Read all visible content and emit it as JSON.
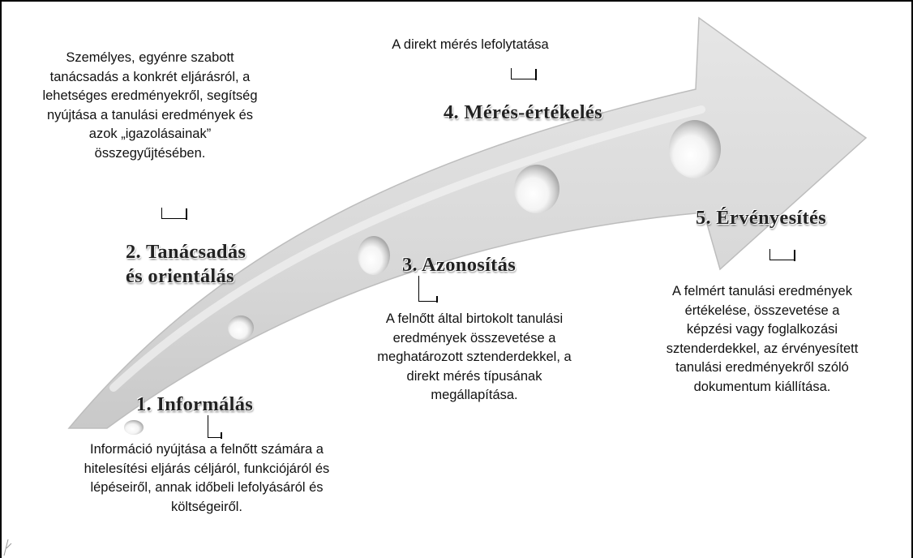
{
  "steps": {
    "s1": {
      "title": "1. Informálás",
      "desc": [
        "Információ nyújtása a felnőtt számára a",
        "hitelesítési eljárás céljáról, funkciójáról és",
        "lépéseiről, annak időbeli lefolyásáról és",
        "költségeiről."
      ]
    },
    "s2": {
      "title_line1": "2.  Tanácsadás",
      "title_line2": "és orientálás",
      "desc": [
        "Személyes, egyénre szabott",
        "tanácsadás a konkrét eljárásról, a",
        "lehetséges eredményekről, segítség",
        "nyújtása a tanulási eredmények és",
        "azok „igazolásainak”",
        "összegyűjtésében."
      ]
    },
    "s3": {
      "title": "3. Azonosítás",
      "desc": [
        "A felnőtt által birtokolt tanulási",
        "eredmények összevetése a",
        "meghatározott sztenderdekkel, a",
        "direkt mérés típusának",
        "megállapítása."
      ]
    },
    "s4": {
      "title": "4. Mérés-értékelés",
      "desc": [
        "A direkt mérés lefolytatása"
      ]
    },
    "s5": {
      "title": "5. Érvényesítés",
      "desc": [
        "A felmért tanulási eredmények",
        "értékelése, összevetése a",
        "képzési vagy foglalkozási",
        "sztenderdekkel, az érvényesített",
        "tanulási eredményekről szóló",
        "dokumentum kiállítása."
      ]
    }
  },
  "colors": {
    "arrow": "#dcdcdc",
    "arrow_edge": "#bdbdbd",
    "text": "#111111",
    "frame": "#000000"
  }
}
